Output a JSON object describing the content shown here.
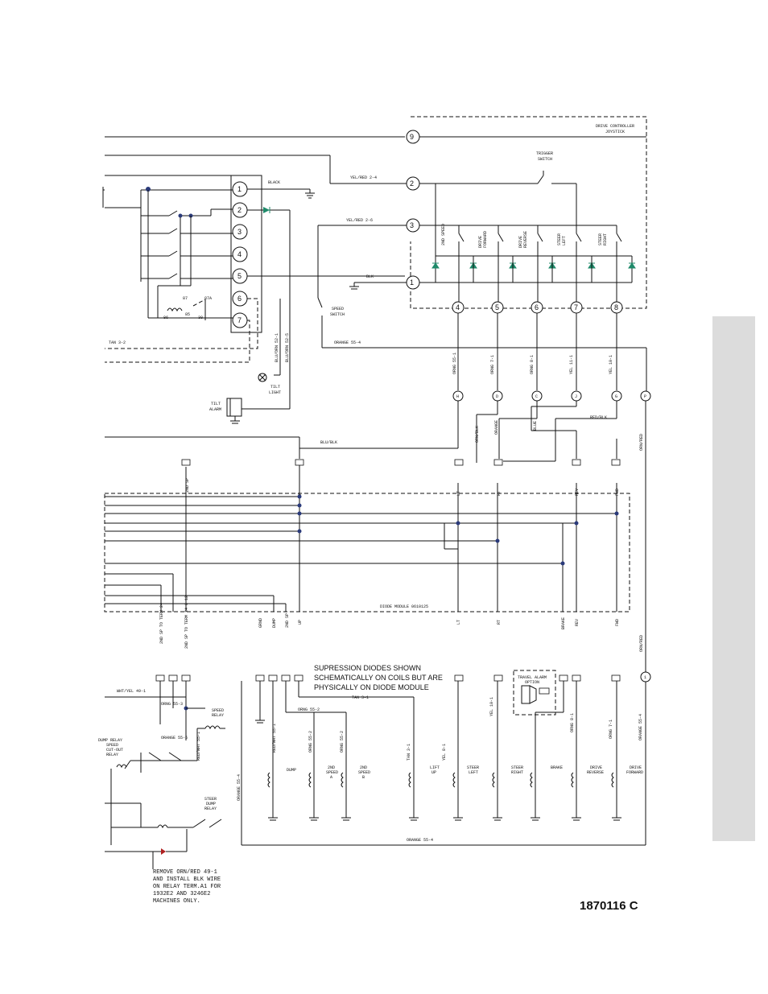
{
  "joystick": {
    "title_line1": "DRIVE CONTROLLER",
    "title_line2": "JOYSTICK",
    "trigger_line1": "TRIGGER",
    "trigger_line2": "SWITCH",
    "pins": [
      "9",
      "2",
      "3",
      "1"
    ],
    "switches": [
      {
        "l1": "2ND SPEED",
        "l2": ""
      },
      {
        "l1": "DRIVE",
        "l2": "FORWARD"
      },
      {
        "l1": "DRIVE",
        "l2": "REVERSE"
      },
      {
        "l1": "STEER",
        "l2": "LEFT"
      },
      {
        "l1": "STEER",
        "l2": "RIGHT"
      }
    ],
    "bottom_pins": [
      "4",
      "5",
      "6",
      "7",
      "8"
    ]
  },
  "wires": {
    "yel_red_2_4": "YEL/RED 2-4",
    "yel_red_2_6": "YEL/RED 2-6",
    "black": "BLACK",
    "blk": "BLK",
    "orange_55_4": "ORANGE 55-4",
    "tan_3_2": "TAN 3-2",
    "blu_orn_52_1": "BLU/ORN 52-1",
    "blu_orn_52_5": "BLU/ORN 52-5",
    "blu_blk": "BLU/BLK",
    "orng_55_1": "ORNG 55-1",
    "orng_7_1": "ORNG 7-1",
    "orng_8_1": "ORNG 8-1",
    "yel_11_1": "YEL 11-1",
    "yel_10_1": "YEL 10-1",
    "orn_blk": "ORN/BLK",
    "orange": "ORANGE",
    "blue": "BLUE",
    "red_blk": "RED/BLK",
    "orn_red": "ORN/RED",
    "orn_red_2": "ORN/RED",
    "orange_55_4_bottom": "ORANGE 55-4",
    "tan_3_1": "TAN 3-1"
  },
  "connector_letters": [
    "H",
    "D",
    "C",
    "J",
    "G",
    "P"
  ],
  "box_numbers": [
    "1",
    "2",
    "3",
    "4",
    "5",
    "6",
    "7"
  ],
  "relay_labels": {
    "r87": "87",
    "r87a": "87A",
    "r86": "86",
    "r85": "85",
    "r30": "30"
  },
  "speed_switch_line1": "SPEED",
  "speed_switch_line2": "SWITCH",
  "tilt_light_line1": "TILT",
  "tilt_light_line2": "LIGHT",
  "tilt_alarm_line1": "TILT",
  "tilt_alarm_line2": "ALARM",
  "diode_module": {
    "label": "DIODE MODULE 0610125",
    "top_labels": [
      "2ND SP",
      "UP",
      "LT",
      "RT",
      "REV",
      "FWD"
    ],
    "bottom_labels": [
      "2ND SP TO TERM 24",
      "2ND SP TO TERM 24 & 12",
      "GRND",
      "DUMP",
      "2ND SP",
      "UP",
      "LT",
      "RT",
      "BRAKE",
      "REV",
      "FWD"
    ]
  },
  "note": {
    "line1": "SUPRESSION DIODES SHOWN",
    "line2": "SCHEMATICALLY ON COILS BUT ARE",
    "line3": "PHYSICALLY ON DIODE MODULE"
  },
  "coils": [
    {
      "l1": "DUMP",
      "l2": ""
    },
    {
      "l1": "2ND",
      "l2": "SPEED",
      "l3": "A"
    },
    {
      "l1": "2ND",
      "l2": "SPEED",
      "l3": "B"
    },
    {
      "l1": "LIFT",
      "l2": "UP"
    },
    {
      "l1": "STEER",
      "l2": "LEFT"
    },
    {
      "l1": "STEER",
      "l2": "RIGHT"
    },
    {
      "l1": "BRAKE",
      "l2": ""
    },
    {
      "l1": "DRIVE",
      "l2": "REVERSE"
    },
    {
      "l1": "DRIVE",
      "l2": "FORWARD"
    }
  ],
  "coil_wires": [
    "RED/WHT 55-1",
    "ORNG 55-2",
    "ORNG 55-2",
    "TAN 3-1",
    "YEL 8-1",
    "YEL 10-1",
    "ORNG 8-1",
    "ORNG 7-1",
    "ORANGE 55-4"
  ],
  "travel_alarm": {
    "l1": "TRAVEL ALARM",
    "l2": "OPTION"
  },
  "relays": {
    "dump_relay_l1": "DUMP RELAY",
    "dump_relay_l2": "SPEED",
    "dump_relay_l3": "CUT-OUT",
    "dump_relay_l4": "RELAY",
    "speed_relay_l1": "SPEED",
    "speed_relay_l2": "RELAY",
    "steer_dump_l1": "STEER",
    "steer_dump_l2": "DUMP",
    "steer_dump_l3": "RELAY",
    "whi_yel": "WHT/YEL 49-1",
    "orng_55_3": "ORNG 55-3",
    "orange_55_5": "ORANGE 55-5",
    "red_wht_55_1": "RED/WHT 55-1"
  },
  "remove_note": {
    "line1": "REMOVE ORN/RED 49-1",
    "line2": "AND INSTALL BLK WIRE",
    "line3": "ON RELAY TERM.A1 FOR",
    "line4": "1932E2 AND 3246E2",
    "line5": "MACHINES ONLY."
  },
  "doc_number": "1870116 C"
}
